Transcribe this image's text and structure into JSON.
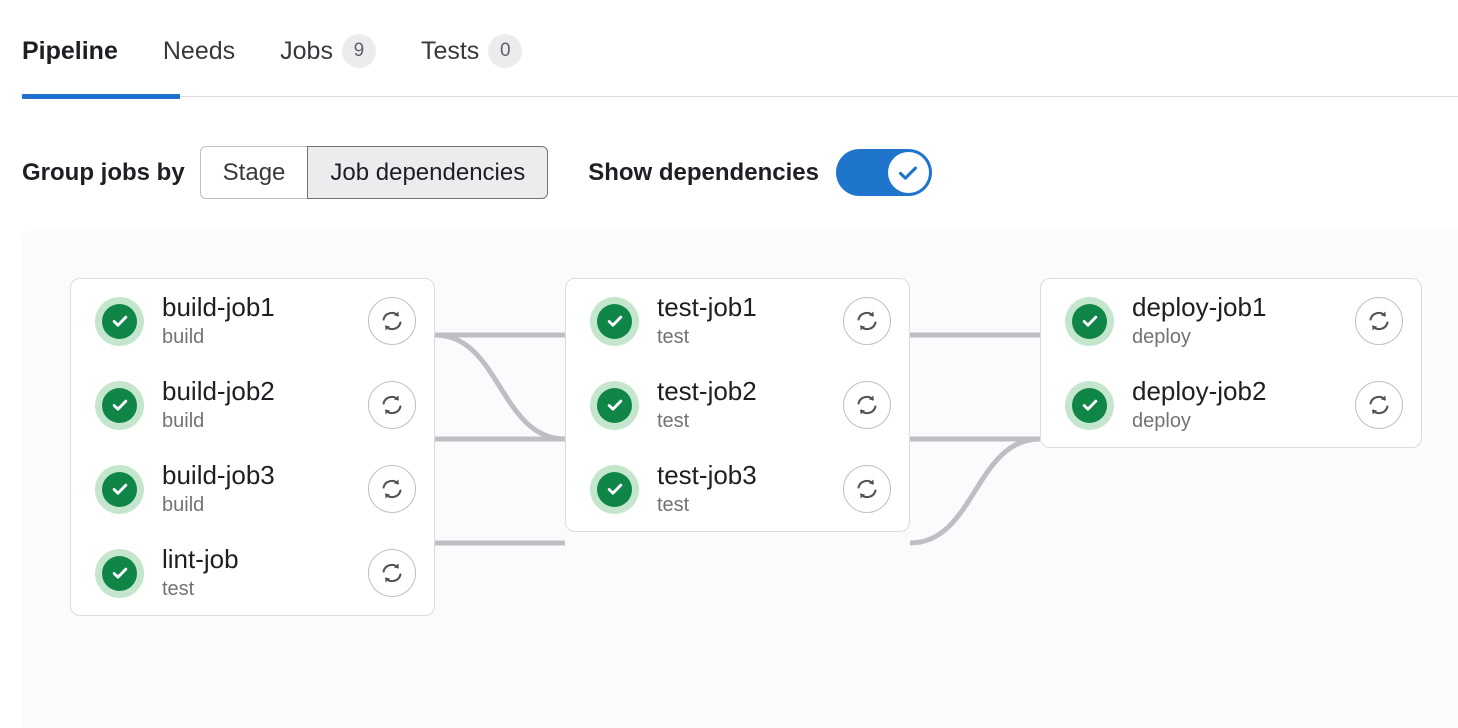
{
  "tabs": [
    {
      "label": "Pipeline",
      "badge": null,
      "active": true
    },
    {
      "label": "Needs",
      "badge": null,
      "active": false
    },
    {
      "label": "Jobs",
      "badge": "9",
      "active": false
    },
    {
      "label": "Tests",
      "badge": "0",
      "active": false
    }
  ],
  "controls": {
    "group_by_label": "Group jobs by",
    "segments": [
      {
        "label": "Stage",
        "selected": false
      },
      {
        "label": "Job dependencies",
        "selected": true
      }
    ],
    "show_dependencies_label": "Show dependencies",
    "show_dependencies_on": true,
    "toggle_icon": "check-icon"
  },
  "colors": {
    "accent_blue": "#1f75cb",
    "tab_underline": "#1f6fd0",
    "status_green": "#108548",
    "status_green_halo": "#c3e6cd",
    "panel_bg": "#fbfafd",
    "card_border": "#dcdcde",
    "link_line": "#bfbfc3",
    "badge_bg": "#ececef"
  },
  "graph": {
    "columns": [
      {
        "name": "build-column",
        "jobs": [
          {
            "name": "build-job1",
            "stage": "build",
            "status": "success",
            "retry_icon": "retry-icon"
          },
          {
            "name": "build-job2",
            "stage": "build",
            "status": "success",
            "retry_icon": "retry-icon"
          },
          {
            "name": "build-job3",
            "stage": "build",
            "status": "success",
            "retry_icon": "retry-icon"
          },
          {
            "name": "lint-job",
            "stage": "test",
            "status": "success",
            "retry_icon": "retry-icon"
          }
        ]
      },
      {
        "name": "test-column",
        "jobs": [
          {
            "name": "test-job1",
            "stage": "test",
            "status": "success",
            "retry_icon": "retry-icon"
          },
          {
            "name": "test-job2",
            "stage": "test",
            "status": "success",
            "retry_icon": "retry-icon"
          },
          {
            "name": "test-job3",
            "stage": "test",
            "status": "success",
            "retry_icon": "retry-icon"
          }
        ]
      },
      {
        "name": "deploy-column",
        "jobs": [
          {
            "name": "deploy-job1",
            "stage": "deploy",
            "status": "success",
            "retry_icon": "retry-icon"
          },
          {
            "name": "deploy-job2",
            "stage": "deploy",
            "status": "success",
            "retry_icon": "retry-icon"
          }
        ]
      }
    ],
    "links": [
      {
        "from": "build-job1",
        "to": "test-job1",
        "shape": "straight"
      },
      {
        "from": "build-job1",
        "to": "test-job2",
        "shape": "curve-down"
      },
      {
        "from": "build-job2",
        "to": "test-job2",
        "shape": "straight"
      },
      {
        "from": "build-job3",
        "to": "test-job3",
        "shape": "straight"
      },
      {
        "from": "test-job1",
        "to": "deploy-job1",
        "shape": "straight"
      },
      {
        "from": "test-job2",
        "to": "deploy-job2",
        "shape": "straight"
      },
      {
        "from": "test-job3",
        "to": "deploy-job2",
        "shape": "curve-up"
      }
    ]
  }
}
